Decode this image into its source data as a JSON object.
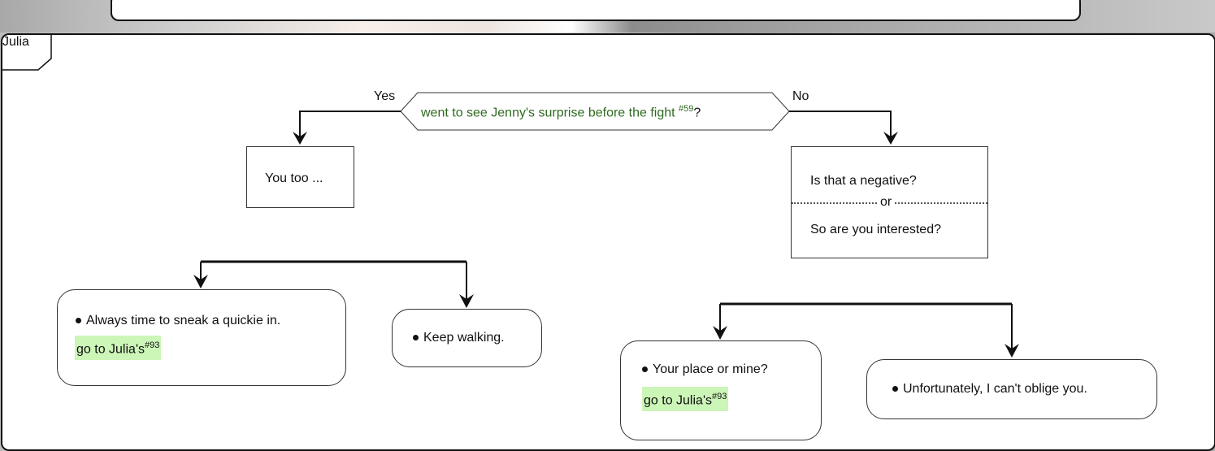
{
  "lane": "Julia",
  "decision": {
    "text": "went to see Jenny's surprise before the fight",
    "ref": "#59",
    "suffix": "?"
  },
  "branches": {
    "yes": "Yes",
    "no": "No"
  },
  "yes_box": {
    "text": "You too ..."
  },
  "no_box": {
    "line1": "Is that a negative?",
    "or": "or",
    "line2": "So are you interested?"
  },
  "choices_left": [
    {
      "text": "Always time to sneak a quickie in.",
      "goto": "go to Julia's",
      "goto_ref": "#93"
    },
    {
      "text": "Keep walking."
    }
  ],
  "choices_right": [
    {
      "text": "Your place or mine?",
      "goto": "go to Julia's",
      "goto_ref": "#93"
    },
    {
      "text": "Unfortunately, I can't oblige you."
    }
  ]
}
